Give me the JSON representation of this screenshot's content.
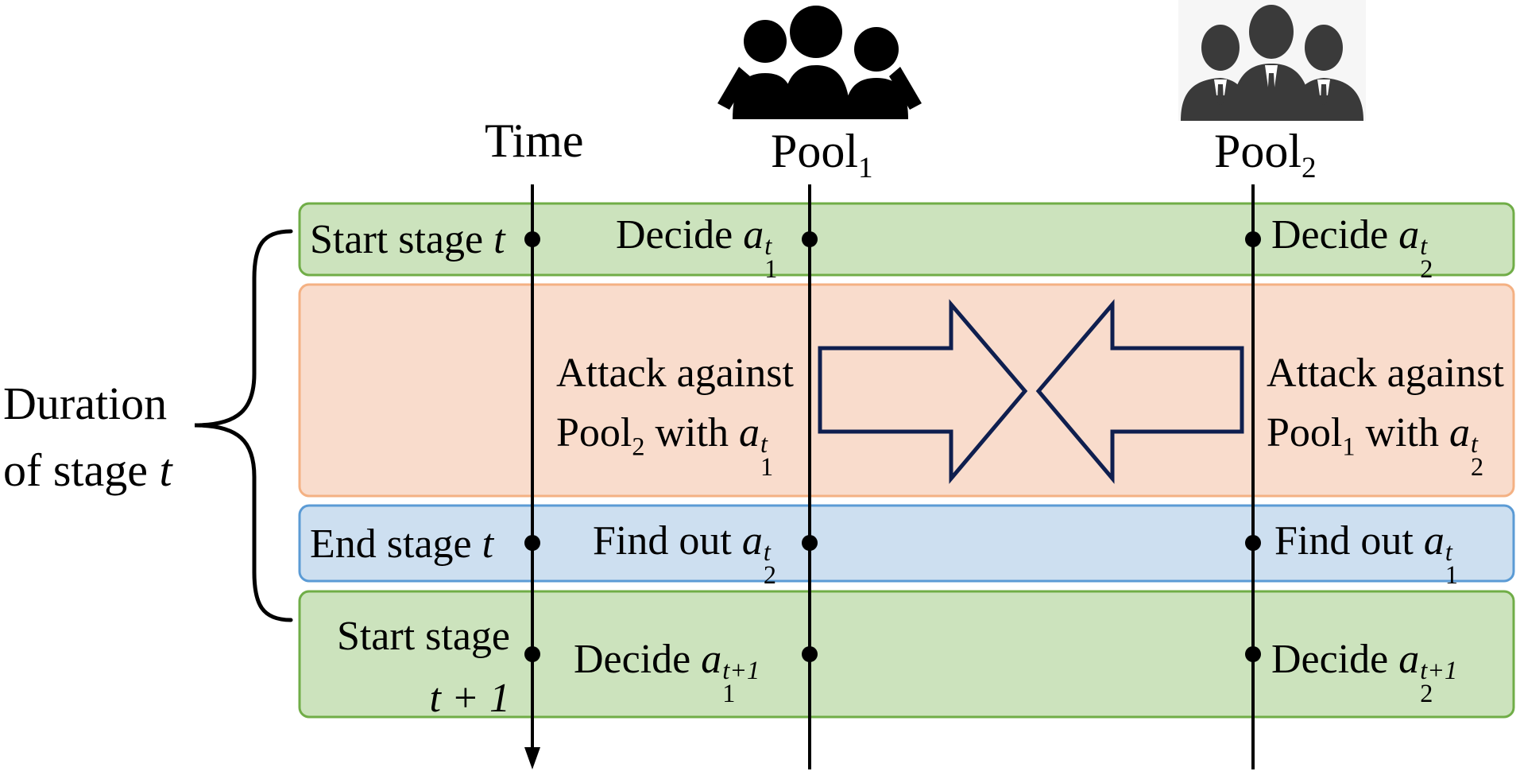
{
  "columns": {
    "time": "Time",
    "pool1": {
      "base": "Pool",
      "sub": "1"
    },
    "pool2": {
      "base": "Pool",
      "sub": "2"
    }
  },
  "brace": {
    "line1": "Duration",
    "line2_prefix": "of stage",
    "line2_var": "t"
  },
  "rows": [
    {
      "id": "start",
      "time_label": {
        "text": "Start stage",
        "var": "t"
      },
      "pool1": {
        "text": "Decide",
        "var": "a",
        "sub": "1",
        "sup": "t"
      },
      "pool2": {
        "text": "Decide",
        "var": "a",
        "sub": "2",
        "sup": "t"
      }
    },
    {
      "id": "attack",
      "pool1": {
        "line1": "Attack against",
        "line2_base": "Pool",
        "line2_sub": "2",
        "line2_mid": "with",
        "var": "a",
        "sub": "1",
        "sup": "t"
      },
      "pool2": {
        "line1": "Attack against",
        "line2_base": "Pool",
        "line2_sub": "1",
        "line2_mid": "with",
        "var": "a",
        "sub": "2",
        "sup": "t"
      }
    },
    {
      "id": "end",
      "time_label": {
        "text": "End stage",
        "var": "t"
      },
      "pool1": {
        "text": "Find out",
        "var": "a",
        "sub": "2",
        "sup": "t"
      },
      "pool2": {
        "text": "Find out",
        "var": "a",
        "sub": "1",
        "sup": "t"
      }
    },
    {
      "id": "next",
      "time_label": {
        "line1": "Start stage",
        "line2": "t + 1"
      },
      "pool1": {
        "text": "Decide",
        "var": "a",
        "sub": "1",
        "sup": "t+1"
      },
      "pool2": {
        "text": "Decide",
        "var": "a",
        "sub": "2",
        "sup": "t+1"
      }
    }
  ],
  "colors": {
    "green_fill": "#cce3bd",
    "green_stroke": "#70ad47",
    "orange_fill": "#f9dccc",
    "orange_stroke": "#f4b183",
    "blue_fill": "#cddff0",
    "blue_stroke": "#5b9bd5",
    "arrow_stroke": "#0f1f4f"
  },
  "icons": {
    "pool1": "people-group-icon",
    "pool2": "business-people-icon"
  }
}
